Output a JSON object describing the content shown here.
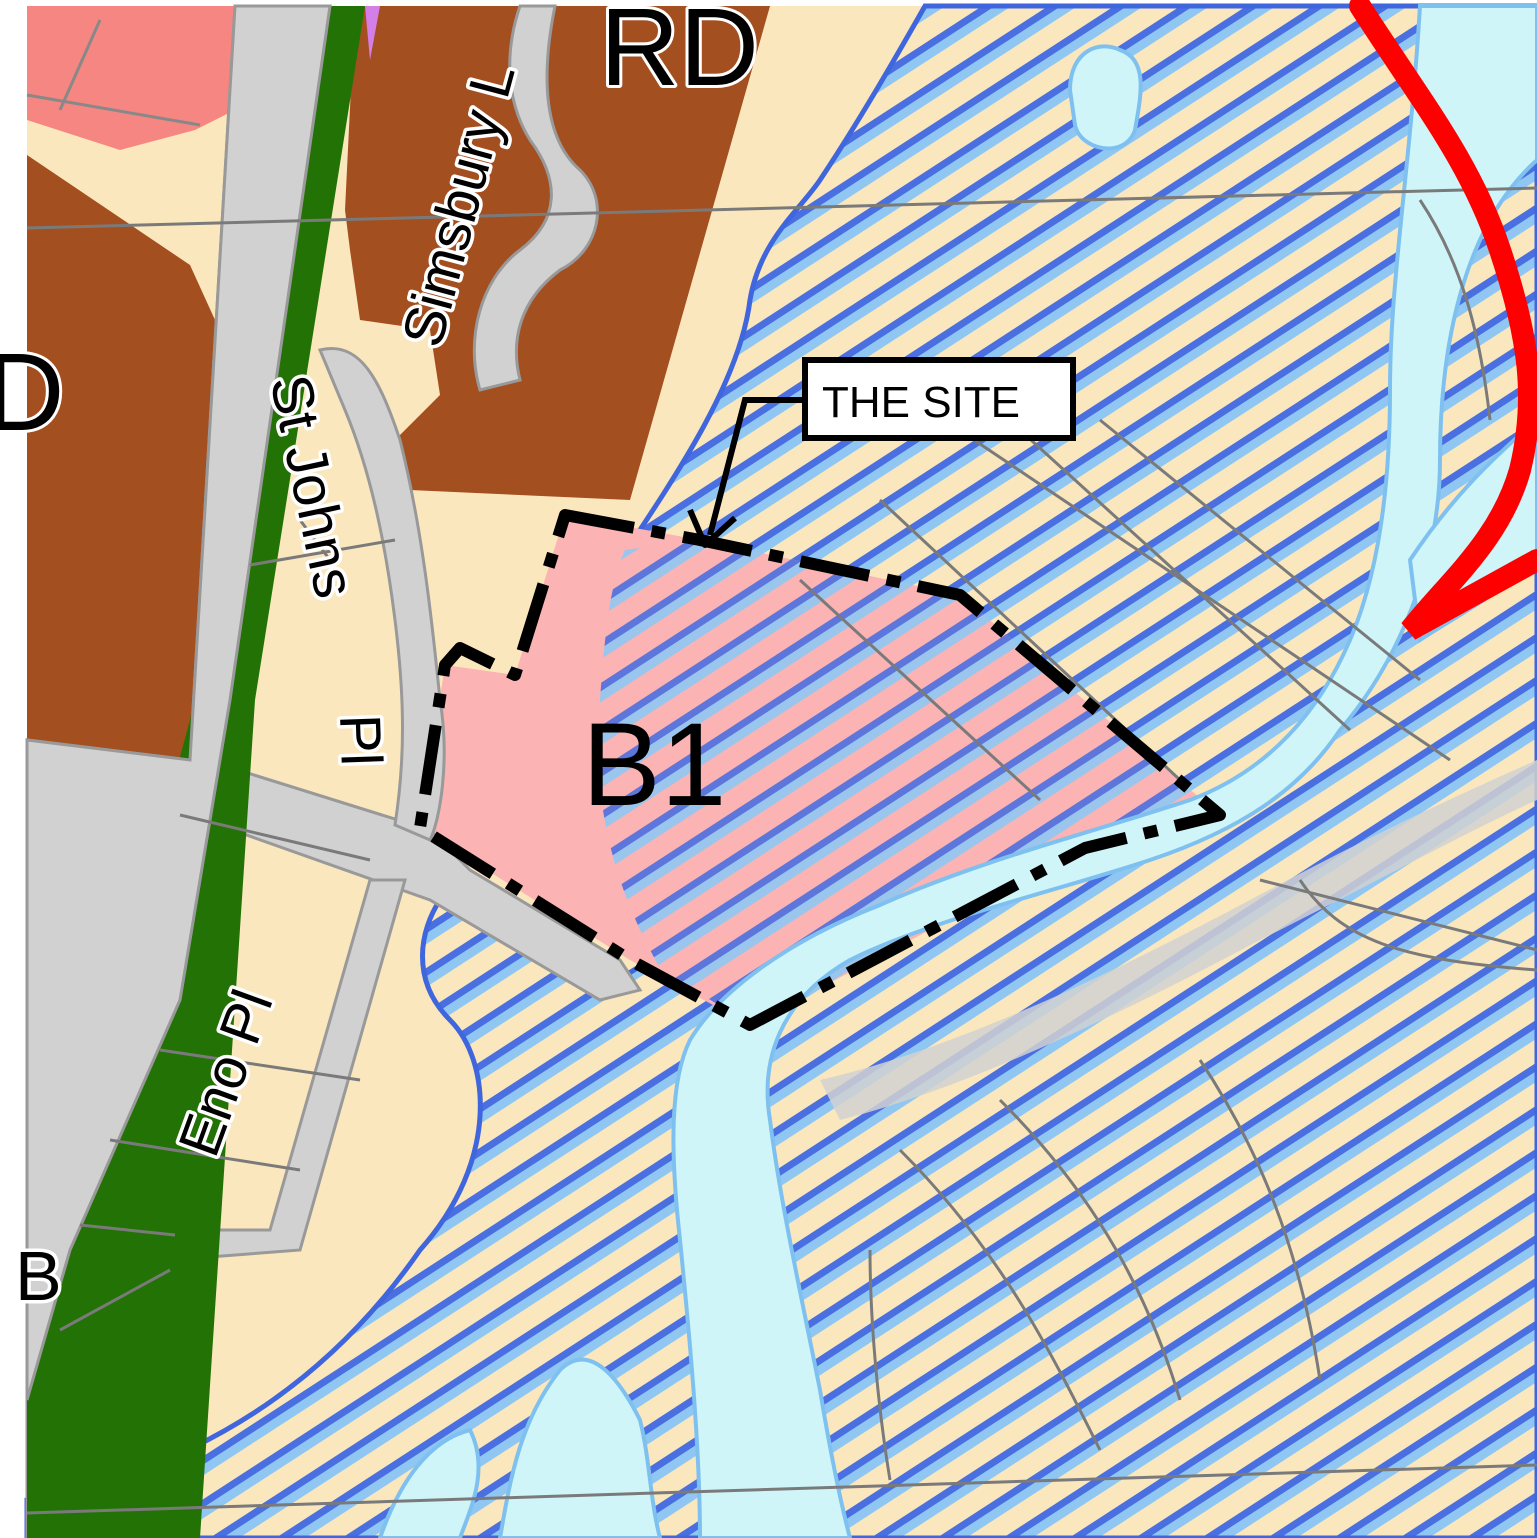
{
  "map": {
    "zones": {
      "business_label": "B1",
      "top_label_fragment": "RD",
      "left_label_fragment": "D",
      "bottom_left_fragment": "B"
    },
    "streets": {
      "simsbury": "Simsbury L",
      "st_johns": "St Johns",
      "st_johns_pl": "Pl",
      "eno_pl": "Eno Pl"
    },
    "callout": {
      "label": "THE SITE"
    },
    "colors": {
      "residential": "#fbe7bd",
      "commercial_brown": "#a44f20",
      "business_pink": "#f68682",
      "site_pink": "#fbb3b3",
      "road_gray": "#d1d1d1",
      "water_light": "#cff5f8",
      "flood_blue": "#4a6fe0",
      "green_strip": "#237206",
      "red_line": "#ff0000",
      "purple": "#d47ee8"
    }
  }
}
